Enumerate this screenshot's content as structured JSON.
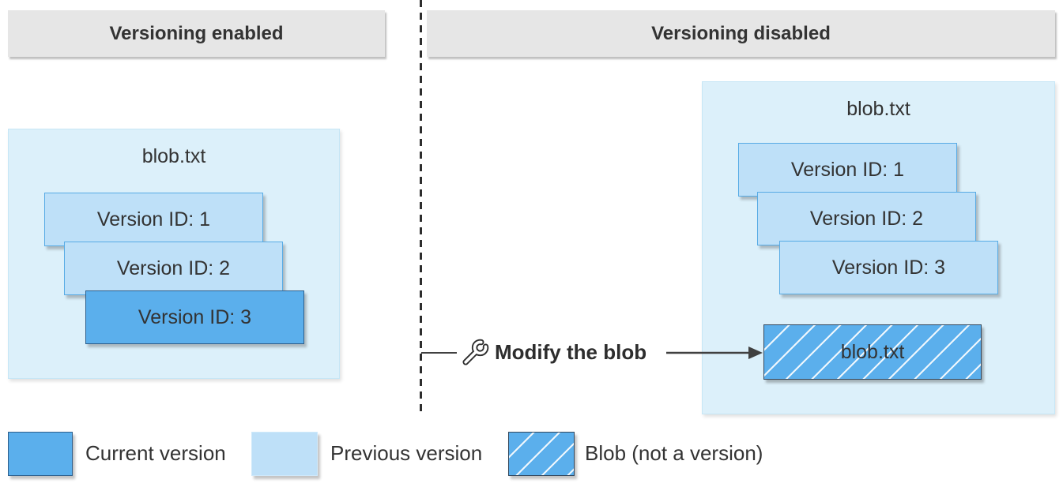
{
  "panels": {
    "left": {
      "header": "Versioning enabled",
      "container_label": "blob.txt",
      "versions": [
        {
          "label": "Version ID: 1",
          "type": "previous"
        },
        {
          "label": "Version ID: 2",
          "type": "previous"
        },
        {
          "label": "Version ID: 3",
          "type": "current"
        }
      ]
    },
    "right": {
      "header": "Versioning disabled",
      "container_label": "blob.txt",
      "versions": [
        {
          "label": "Version ID: 1",
          "type": "previous"
        },
        {
          "label": "Version ID: 2",
          "type": "previous"
        },
        {
          "label": "Version ID: 3",
          "type": "previous"
        }
      ],
      "blob": {
        "label": "blob.txt",
        "type": "blob-not-a-version"
      }
    }
  },
  "action": {
    "label": "Modify the blob",
    "icon": "wrench-icon"
  },
  "legend": [
    {
      "swatch": "current",
      "label": "Current version"
    },
    {
      "swatch": "previous",
      "label": "Previous version"
    },
    {
      "swatch": "blob",
      "label": "Blob (not a version)"
    }
  ],
  "colors": {
    "current_version_fill": "#5BAFEC",
    "previous_version_fill": "#BEE0F8",
    "panel_fill": "#DCF0FA",
    "header_fill": "#E6E6E6",
    "divider": "#2D2D2D",
    "text": "#333333",
    "hatch_stripe": "#FFFFFF"
  }
}
